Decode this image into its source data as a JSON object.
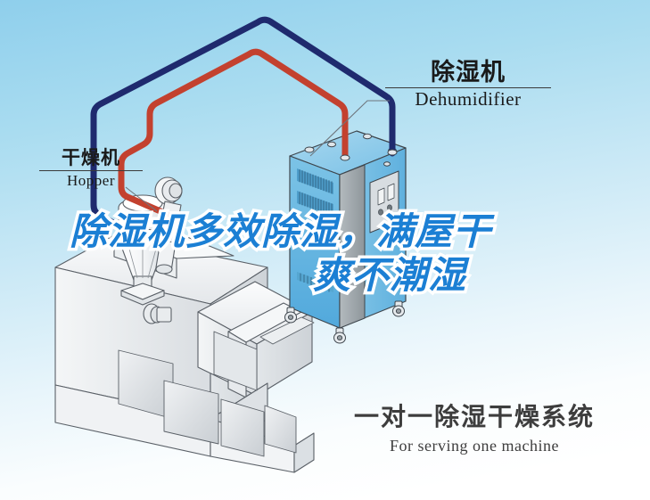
{
  "background": {
    "top_color": "#8fcfec",
    "bottom_color": "#ffffff"
  },
  "headline": {
    "line1": "除湿机多效除湿，满屋干",
    "line2": "爽不潮湿",
    "fill_color": "#1b7fd4",
    "outline_color": "#ffffff"
  },
  "labels": {
    "dehumidifier": {
      "cn": "除湿机",
      "en": "Dehumidifier"
    },
    "hopper": {
      "cn": "干燥机",
      "en": "Hopper"
    }
  },
  "caption": {
    "cn": "一对一除湿干燥系统",
    "en": "For serving one machine"
  },
  "diagram": {
    "hose_supply_color": "#1f2a6e",
    "hose_return_color": "#c3412f",
    "dehumidifier_body_color": "#62b4e0",
    "dehumidifier_panel_color": "#9aa2a6",
    "machine_body_color": "#eceef0",
    "outline_color": "#4a4f55",
    "parts": [
      "dehumidifier-unit",
      "hopper-funnel",
      "blower-motor",
      "injection-molding-machine",
      "supply-hose",
      "return-hose",
      "casters"
    ]
  }
}
